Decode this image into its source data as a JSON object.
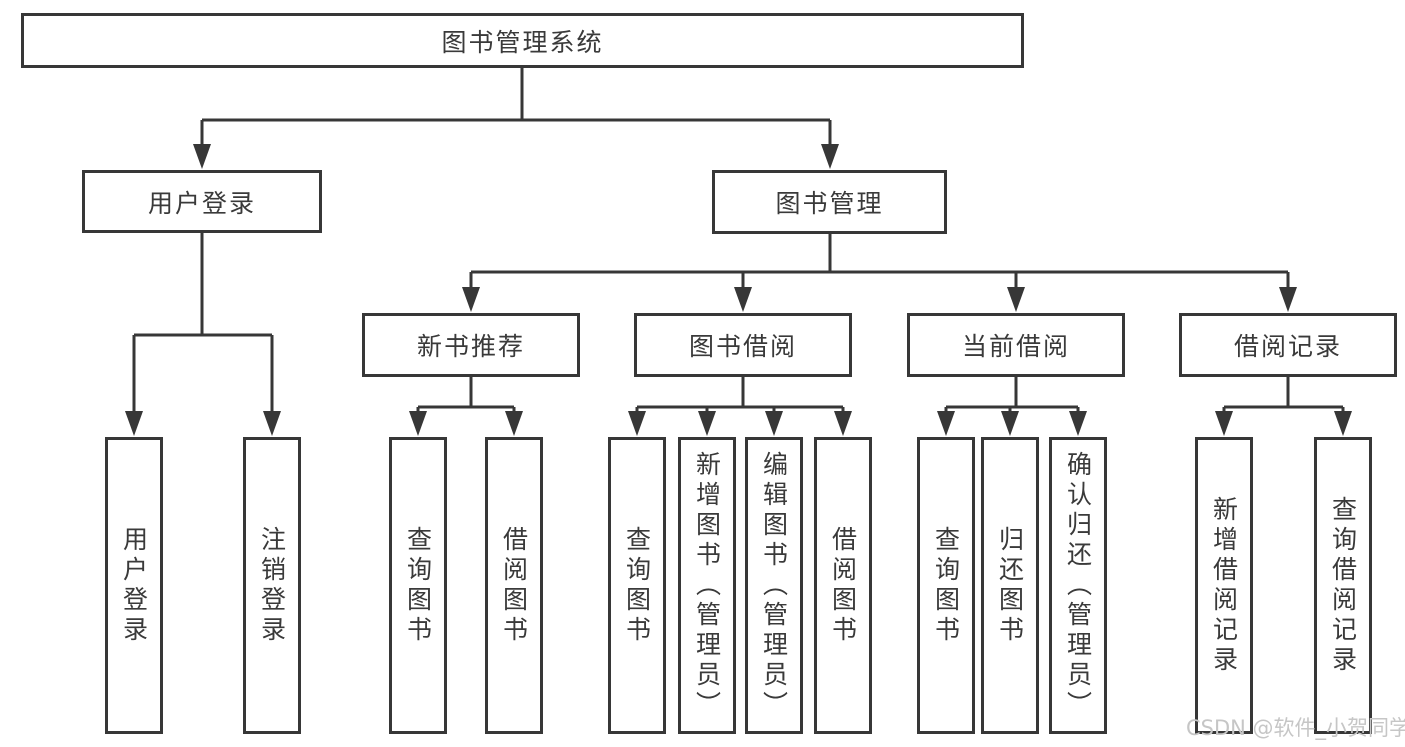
{
  "colors": {
    "line": "#373737",
    "box_border": "#373737",
    "box_background": "#ffffff",
    "text": "#3a3a3a",
    "watermark": "#c6c6c6"
  },
  "watermark": "CSDN @软件_小贺同学",
  "tree": {
    "root": "图书管理系统",
    "children": [
      {
        "label": "用户登录",
        "children": [
          "用户登录",
          "注销登录"
        ]
      },
      {
        "label": "图书管理",
        "children": [
          {
            "label": "新书推荐",
            "children": [
              "查询图书",
              "借阅图书"
            ]
          },
          {
            "label": "图书借阅",
            "children": [
              "查询图书",
              "新增图书（管理员）",
              "编辑图书（管理员）",
              "借阅图书"
            ]
          },
          {
            "label": "当前借阅",
            "children": [
              "查询图书",
              "归还图书",
              "确认归还（管理员）"
            ]
          },
          {
            "label": "借阅记录",
            "children": [
              "新增借阅记录",
              "查询借阅记录"
            ]
          }
        ]
      }
    ]
  }
}
